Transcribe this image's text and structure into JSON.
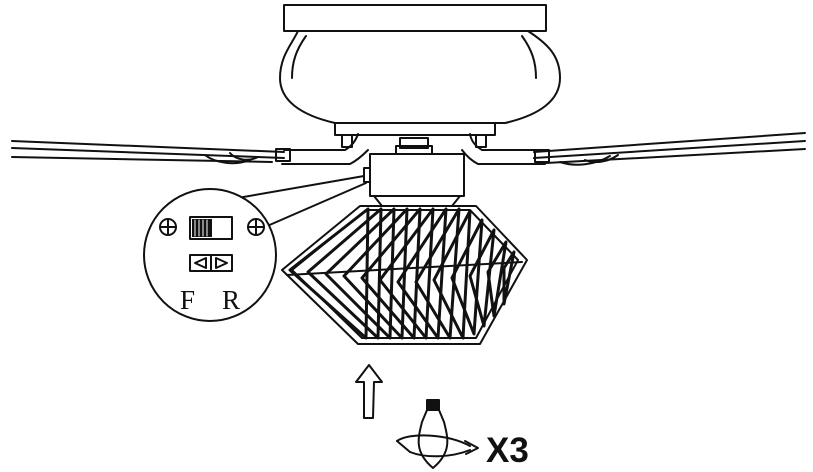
{
  "diagram": {
    "switch_labels": {
      "forward": "F",
      "reverse": "R"
    },
    "bulb_quantity": "X3"
  },
  "colors": {
    "ink": "#111111",
    "background": "#ffffff"
  },
  "icons": [
    "screw-icon",
    "slide-switch-icon",
    "direction-arrows-icon",
    "up-arrow-icon",
    "light-bulb-icon",
    "rotate-arrow-icon"
  ]
}
